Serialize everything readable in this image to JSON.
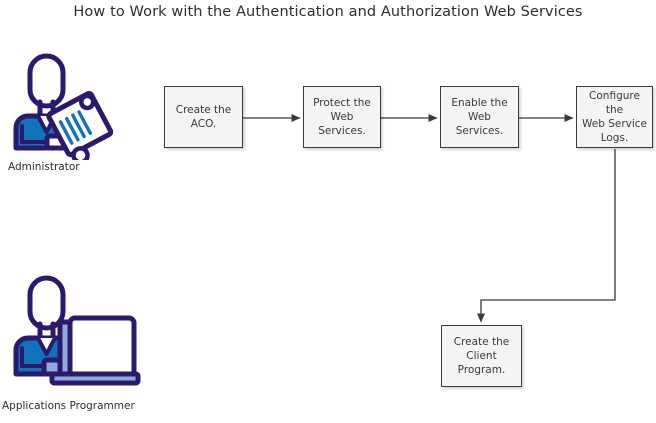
{
  "title": "How to Work with the Authentication and Authorization Web Services",
  "colors": {
    "node_fill": "#f4f4f4",
    "node_border": "#3a3a3a",
    "connector": "#3a3a3a",
    "icon_outline": "#2a1a6e",
    "icon_body": "#1273b8",
    "icon_accent": "#8fa9d8",
    "text": "#2e2e2e",
    "background": "#ffffff"
  },
  "actors": [
    {
      "id": "administrator",
      "label": "Administrator",
      "icon": "person-with-clipboard-icon"
    },
    {
      "id": "applications-programmer",
      "label": "Applications Programmer",
      "icon": "person-with-laptop-icon"
    }
  ],
  "nodes": [
    {
      "id": "create-aco",
      "lines": [
        "Create the",
        "ACO."
      ]
    },
    {
      "id": "protect-services",
      "lines": [
        "Protect the",
        "Web Services."
      ]
    },
    {
      "id": "enable-services",
      "lines": [
        "Enable the",
        "Web Services."
      ]
    },
    {
      "id": "configure-logs",
      "lines": [
        "Configure the",
        "Web Service",
        "Logs."
      ]
    },
    {
      "id": "create-client",
      "lines": [
        "Create the",
        "Client",
        "Program."
      ]
    }
  ],
  "connectors": [
    {
      "from": "create-aco",
      "to": "protect-services",
      "style": "straight-right"
    },
    {
      "from": "protect-services",
      "to": "enable-services",
      "style": "straight-right"
    },
    {
      "from": "enable-services",
      "to": "configure-logs",
      "style": "straight-right"
    },
    {
      "from": "configure-logs",
      "to": "create-client",
      "style": "down-left-down"
    }
  ]
}
